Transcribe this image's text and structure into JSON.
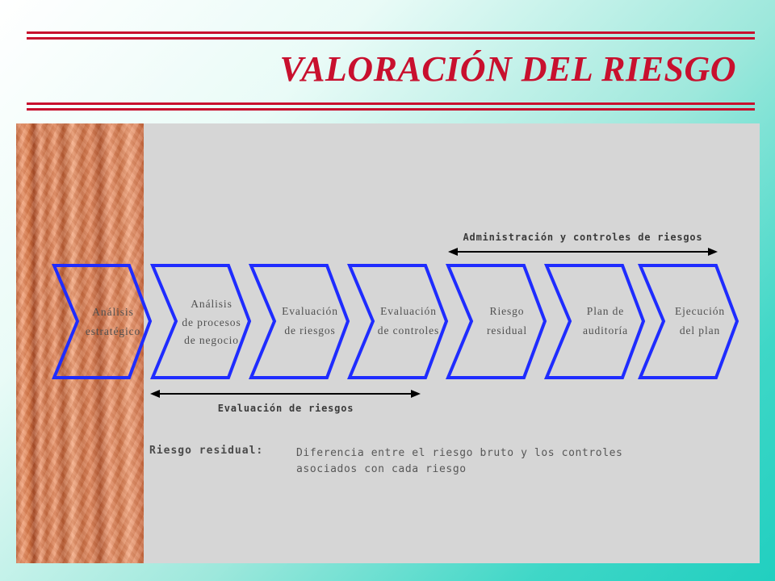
{
  "header": {
    "title": "VALORACIÓN DEL RIESGO"
  },
  "diagram": {
    "top_label": "Administración y controles de riesgos",
    "bottom_label": "Evaluación de riesgos",
    "steps": [
      {
        "line1": "Análisis",
        "line2": "estratégico"
      },
      {
        "line1": "Análisis",
        "line2": "de procesos",
        "line3": "de negocio"
      },
      {
        "line1": "Evaluación",
        "line2": "de riesgos"
      },
      {
        "line1": "Evaluación",
        "line2": "de controles"
      },
      {
        "line1": "Riesgo",
        "line2": "residual"
      },
      {
        "line1": "Plan de",
        "line2": "auditoría"
      },
      {
        "line1": "Ejecución",
        "line2": "del plan"
      }
    ],
    "note": {
      "term": "Riesgo residual:",
      "definition": "Diferencia entre el riesgo bruto y los controles asociados con cada riesgo"
    }
  },
  "colors": {
    "title_red": "#c8102e",
    "rule_red": "#c8102e",
    "chevron_blue": "#1f2cff",
    "panel_gray": "#d6d6d6",
    "pillar_orange": "#f2a37b"
  }
}
